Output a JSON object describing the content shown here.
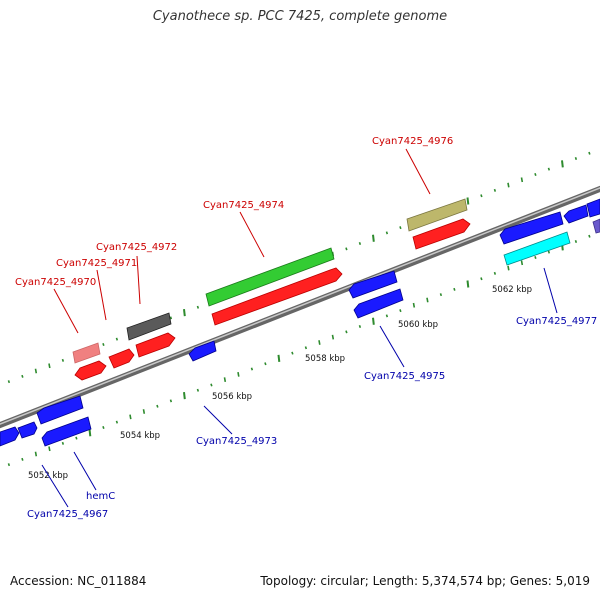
{
  "title": "Cyanothece sp. PCC 7425, complete genome",
  "footer": {
    "accession": "Accession: NC_011884",
    "summary": "Topology: circular; Length: 5,374,574 bp; Genes: 5,019"
  },
  "scale_labels": [
    "5052 kbp",
    "5054 kbp",
    "5056 kbp",
    "5058 kbp",
    "5060 kbp",
    "5062 kbp"
  ],
  "gene_labels_top": [
    "Cyan7425_4970",
    "Cyan7425_4971",
    "Cyan7425_4972",
    "Cyan7425_4974",
    "Cyan7425_4976"
  ],
  "gene_labels_bottom": [
    "hemC",
    "Cyan7425_4967",
    "Cyan7425_4973",
    "Cyan7425_4975",
    "Cyan7425_4977"
  ],
  "colors": {
    "forward_cds": "#ff0000",
    "reverse_cds": "#1a1aff",
    "highlight_green": "#33cc33",
    "highlight_cyan": "#00ffff",
    "khaki": "#bdb76b",
    "gray": "#555555",
    "pink": "#f08080",
    "label_red": "#cc0000",
    "label_blue": "#0000aa"
  }
}
